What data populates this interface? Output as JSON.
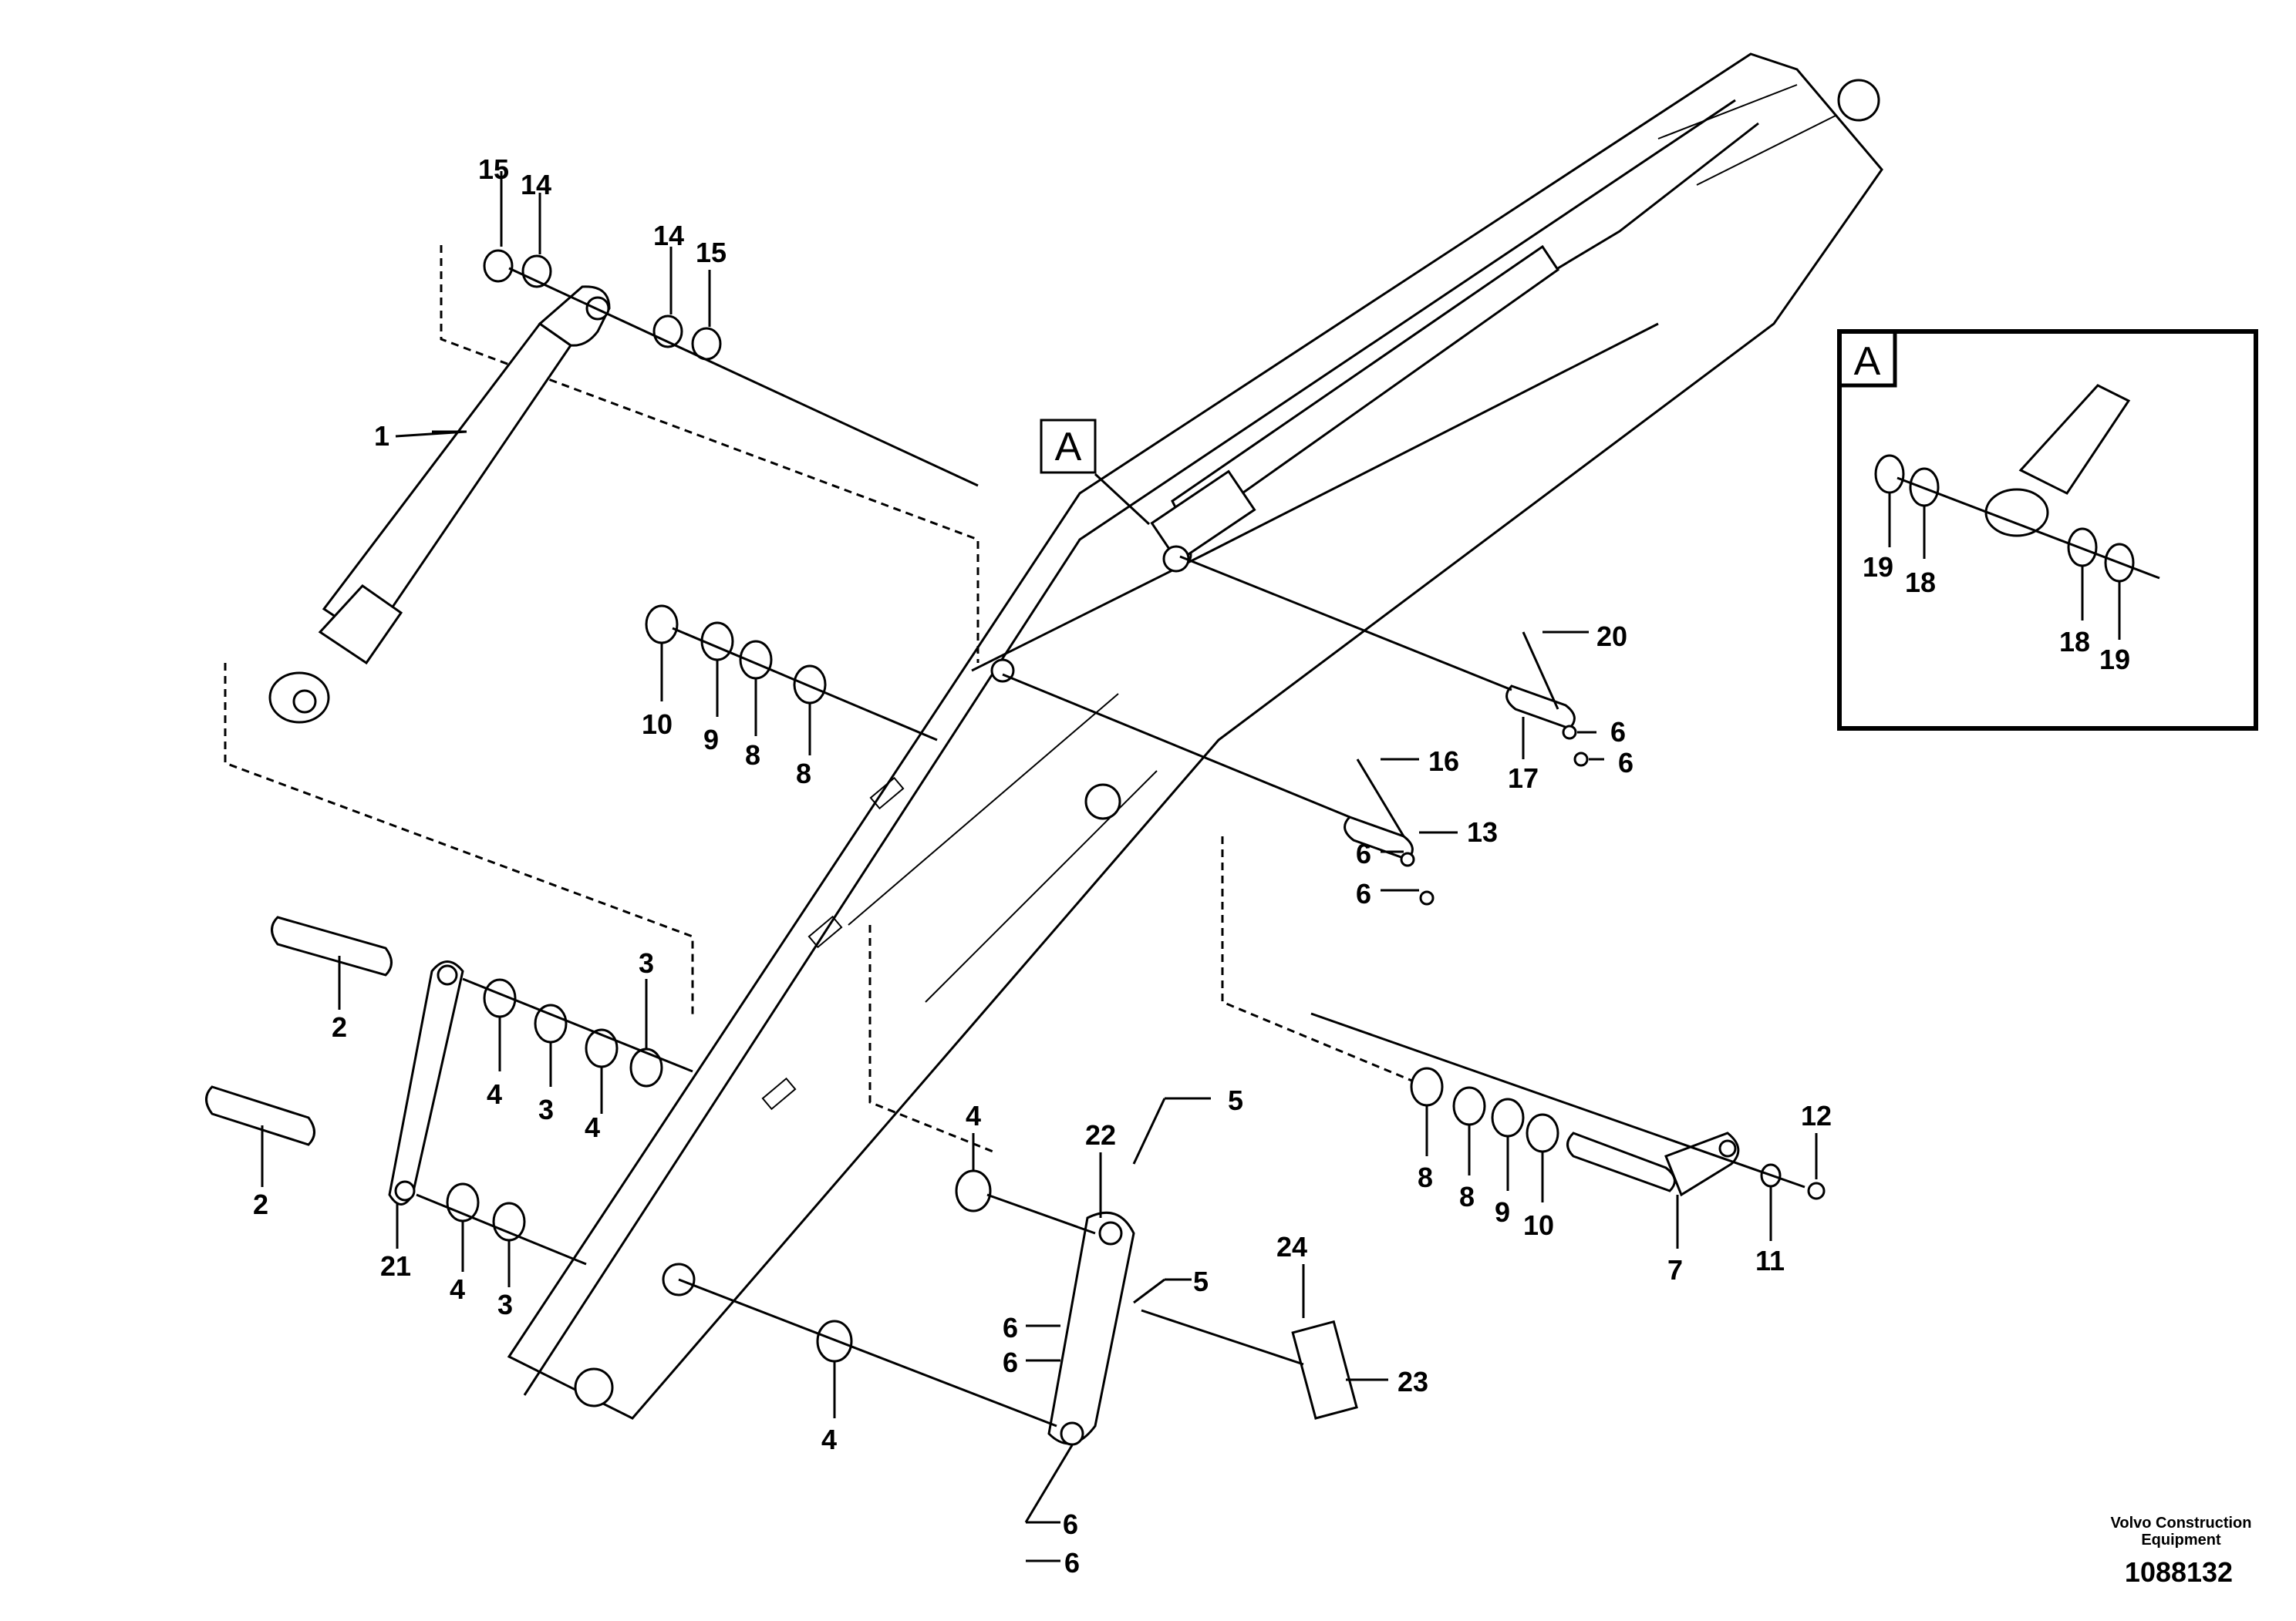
{
  "callout_labels": [
    "1",
    "2",
    "3",
    "4",
    "5",
    "6",
    "7",
    "8",
    "9",
    "10",
    "11",
    "12",
    "13",
    "14",
    "15",
    "16",
    "17",
    "18",
    "19",
    "20",
    "21",
    "22",
    "23",
    "24"
  ],
  "detail_marker": "A",
  "detail_box": {
    "label": "A",
    "labels": [
      "19",
      "18",
      "18",
      "19"
    ]
  },
  "footer": {
    "brand_line1": "Volvo Construction",
    "brand_line2": "Equipment",
    "drawing_number": "1088132"
  }
}
